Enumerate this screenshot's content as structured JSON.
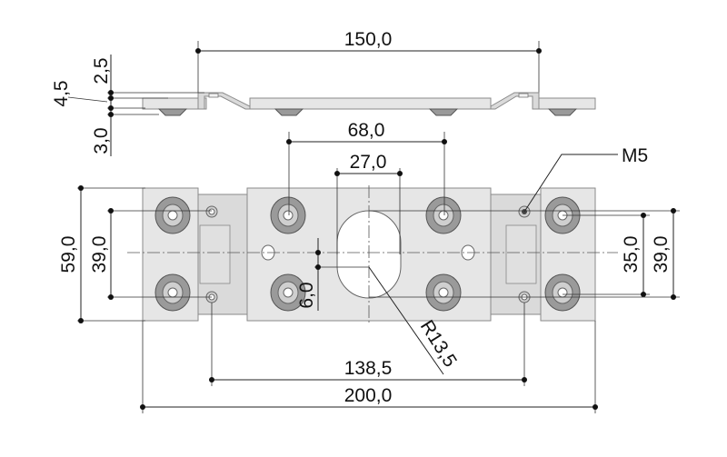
{
  "drawing": {
    "side_view": {
      "width_dim": "150,0",
      "top_offset_dim": "2,5",
      "thickness_dim": "4,5",
      "countersink_depth_dim": "3,0"
    },
    "plan_view": {
      "hole_spacing_dim": "68,0",
      "slot_width_dim": "27,0",
      "thread_label": "M5",
      "overall_height_dim": "59,0",
      "left_hole_spacing_dim": "39,0",
      "right_inner_spacing_dim": "35,0",
      "right_hole_spacing_dim": "39,0",
      "slot_offset_dim": "6,0",
      "slot_radius_dim": "R13,5",
      "thread_hole_spacing_dim": "138,5",
      "overall_length_dim": "200,0"
    }
  }
}
